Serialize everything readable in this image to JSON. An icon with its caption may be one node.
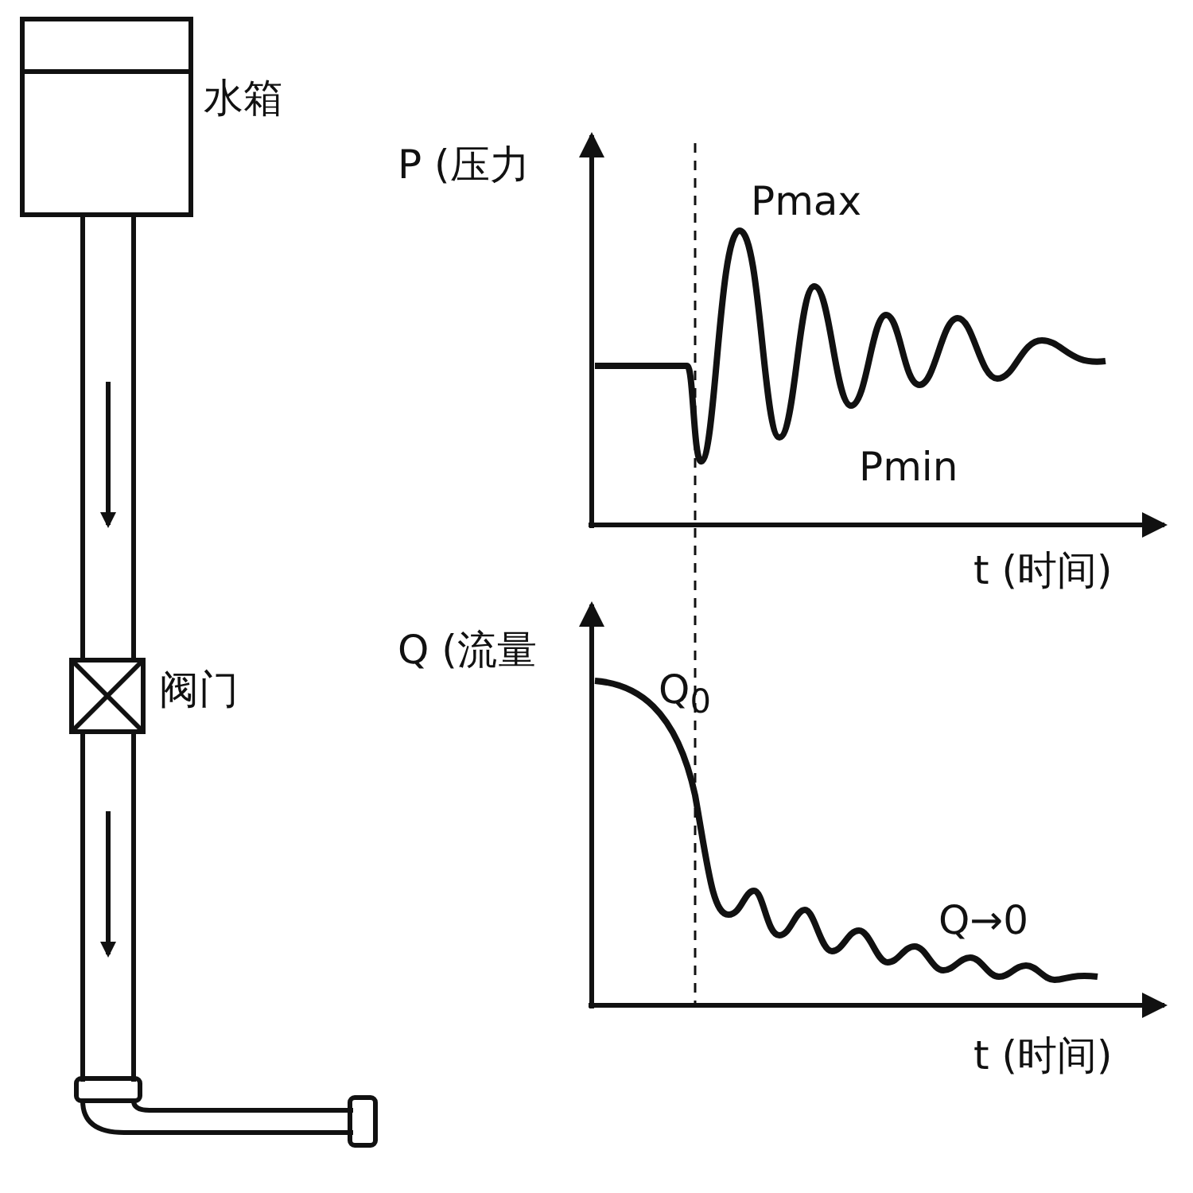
{
  "diagram": {
    "labels": [
      "水箱",
      "P (压力",
      "Pmax",
      "Pmin",
      "t (时间)",
      "阀门",
      "Q (流量",
      "Q$_{0}$",
      "Q→0",
      "t (时间)"
    ]
  }
}
